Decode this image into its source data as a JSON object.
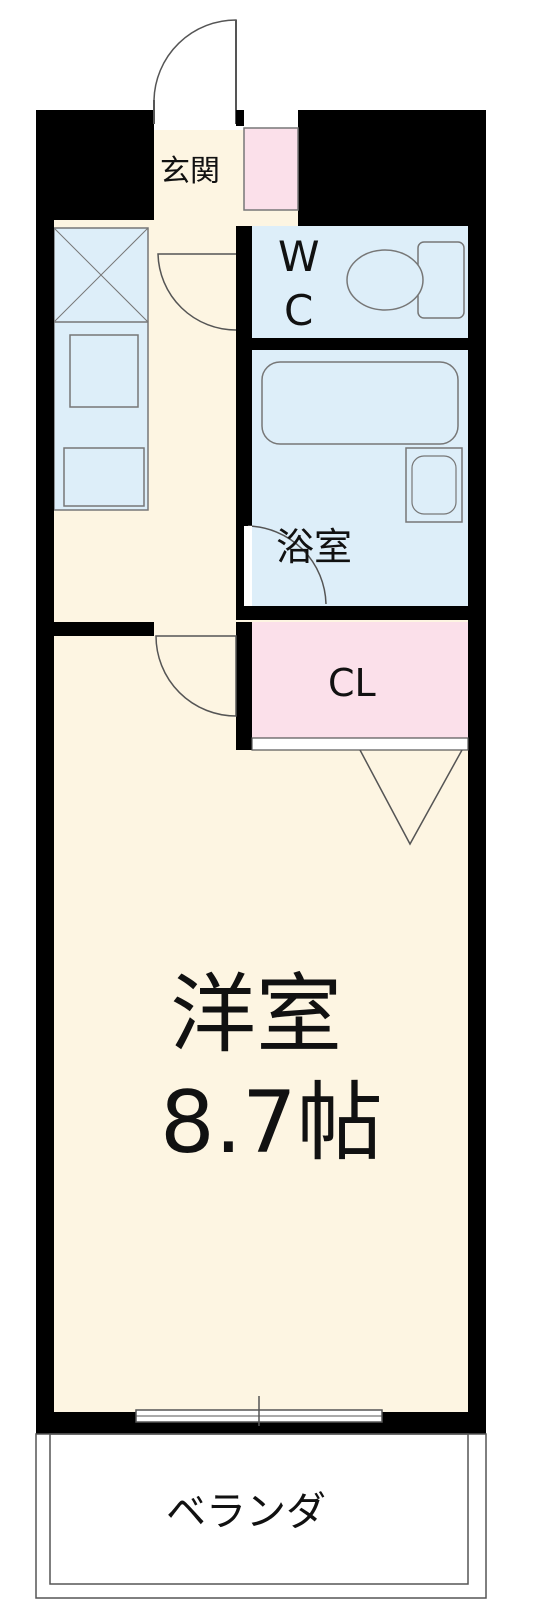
{
  "rooms": {
    "entrance": "玄関",
    "wc_top": "W",
    "wc_bottom": "C",
    "bath": "浴室",
    "closet": "CL",
    "western_room": "洋室",
    "western_room_size": "8.7帖",
    "balcony": "ベランダ"
  },
  "colors": {
    "wall": "#000000",
    "floor": "#fdf5e2",
    "wet_area": "#ddeef9",
    "closet": "#fbe0ea",
    "outline": "#555555"
  }
}
